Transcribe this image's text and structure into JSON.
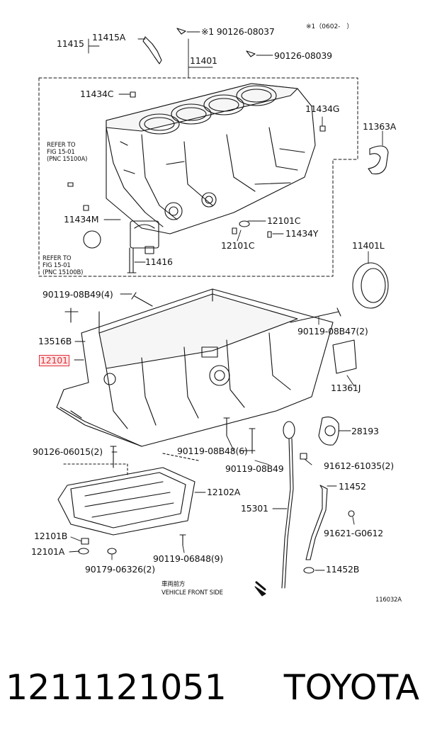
{
  "diagram": {
    "note": "※1（0602-　）",
    "figure_code": "116032A",
    "refer_upper": [
      "REFER TO",
      "FIG 15-01",
      "(PNC 15100A)"
    ],
    "refer_lower": [
      "REFER TO",
      "FIG 15-01",
      "(PNC 15100B)"
    ],
    "front_label_jp": "車両前方",
    "front_label_en": "VEHICLE FRONT SIDE",
    "labels": {
      "p11415": "11415",
      "p11415A": "11415A",
      "p90126_08037": "※1 90126-08037",
      "p90126_08039": "90126-08039",
      "p11401": "11401",
      "p11434C": "11434C",
      "p11434G": "11434G",
      "p11363A": "11363A",
      "p11434M": "11434M",
      "p12101C_a": "12101C",
      "p11434Y": "11434Y",
      "p12101C_b": "12101C",
      "p11401L": "11401L",
      "p11416": "11416",
      "p90119_08B49_4": "90119-08B49(4)",
      "p90119_08B47_2": "90119-08B47(2)",
      "p13516B": "13516B",
      "p12101": "12101",
      "p11361J": "11361J",
      "p28193": "28193",
      "p90126_06015_2": "90126-06015(2)",
      "p90119_08B48_6": "90119-08B48(6)",
      "p90119_08B49": "90119-08B49",
      "p91612_61035_2": "91612-61035(2)",
      "p12102A": "12102A",
      "p11452": "11452",
      "p15301": "15301",
      "p91621_G0612": "91621-G0612",
      "p12101B": "12101B",
      "p12101A": "12101A",
      "p90119_06848_9": "90119-06848(9)",
      "p11452B": "11452B",
      "p90179_06326_2": "90179-06326(2)"
    },
    "highlight_color": "#e0303a"
  },
  "footer": {
    "part_number": "1211121051",
    "brand": "TOYOTA"
  }
}
